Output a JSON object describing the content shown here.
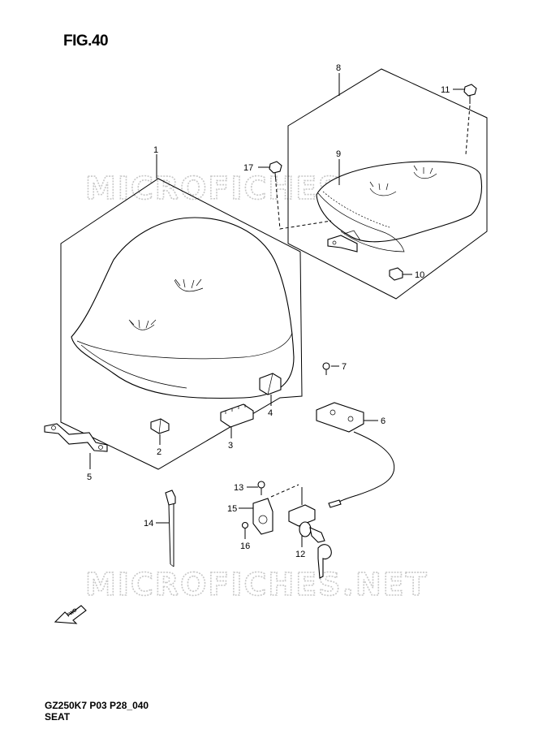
{
  "figure": {
    "title": "FIG.40",
    "model_code": "GZ250K7 P03 P28_040",
    "section_name": "SEAT",
    "watermark": "MICROFICHES.NET",
    "fwd_label": "FWD"
  },
  "callouts": [
    {
      "number": "1"
    },
    {
      "number": "2"
    },
    {
      "number": "3"
    },
    {
      "number": "4"
    },
    {
      "number": "5"
    },
    {
      "number": "6"
    },
    {
      "number": "7"
    },
    {
      "number": "8"
    },
    {
      "number": "9"
    },
    {
      "number": "10"
    },
    {
      "number": "11"
    },
    {
      "number": "12"
    },
    {
      "number": "13"
    },
    {
      "number": "14"
    },
    {
      "number": "15"
    },
    {
      "number": "16"
    },
    {
      "number": "17"
    }
  ]
}
